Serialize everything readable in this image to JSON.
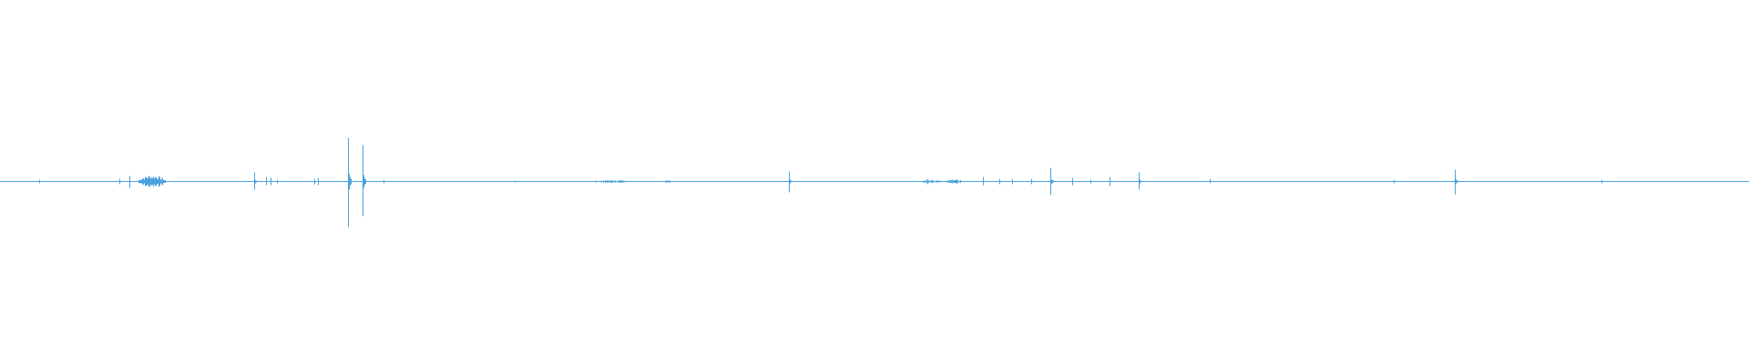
{
  "waveform": {
    "color": "#4aa3dd",
    "background": "#ffffff",
    "spikes": [
      {
        "t": 0.0225,
        "up": 0.01,
        "down": 0.01
      },
      {
        "t": 0.068,
        "up": 0.015,
        "down": 0.015
      },
      {
        "t": 0.074,
        "up": 0.03,
        "down": 0.035
      },
      {
        "t": 0.1455,
        "up": 0.05,
        "down": 0.045
      },
      {
        "t": 0.152,
        "up": 0.025,
        "down": 0.02
      },
      {
        "t": 0.1545,
        "up": 0.02,
        "down": 0.02
      },
      {
        "t": 0.1585,
        "up": 0.01,
        "down": 0.01
      },
      {
        "t": 0.1795,
        "up": 0.015,
        "down": 0.015
      },
      {
        "t": 0.182,
        "up": 0.02,
        "down": 0.02
      },
      {
        "t": 0.199,
        "up": 0.24,
        "down": 0.25
      },
      {
        "t": 0.2075,
        "up": 0.2,
        "down": 0.19
      },
      {
        "t": 0.2195,
        "up": 0.01,
        "down": 0.01
      },
      {
        "t": 0.451,
        "up": 0.055,
        "down": 0.06
      },
      {
        "t": 0.53,
        "up": 0.015,
        "down": 0.015
      },
      {
        "t": 0.562,
        "up": 0.025,
        "down": 0.02
      },
      {
        "t": 0.5715,
        "up": 0.015,
        "down": 0.015
      },
      {
        "t": 0.5785,
        "up": 0.015,
        "down": 0.015
      },
      {
        "t": 0.5895,
        "up": 0.015,
        "down": 0.015
      },
      {
        "t": 0.6005,
        "up": 0.075,
        "down": 0.075
      },
      {
        "t": 0.613,
        "up": 0.02,
        "down": 0.02
      },
      {
        "t": 0.6235,
        "up": 0.01,
        "down": 0.01
      },
      {
        "t": 0.6345,
        "up": 0.025,
        "down": 0.025
      },
      {
        "t": 0.651,
        "up": 0.05,
        "down": 0.045
      },
      {
        "t": 0.6915,
        "up": 0.015,
        "down": 0.01
      },
      {
        "t": 0.797,
        "up": 0.01,
        "down": 0.01
      },
      {
        "t": 0.832,
        "up": 0.065,
        "down": 0.07
      },
      {
        "t": 0.9155,
        "up": 0.01,
        "down": 0.01
      }
    ],
    "clusters": [
      {
        "start": 0.079,
        "end": 0.0945,
        "amp": 0.035
      },
      {
        "start": 0.339,
        "end": 0.361,
        "amp": 0.008
      },
      {
        "start": 0.379,
        "end": 0.386,
        "amp": 0.006
      },
      {
        "start": 0.525,
        "end": 0.54,
        "amp": 0.008
      },
      {
        "start": 0.541,
        "end": 0.55,
        "amp": 0.015
      },
      {
        "start": 0.29,
        "end": 0.3,
        "amp": 0.004
      }
    ]
  }
}
